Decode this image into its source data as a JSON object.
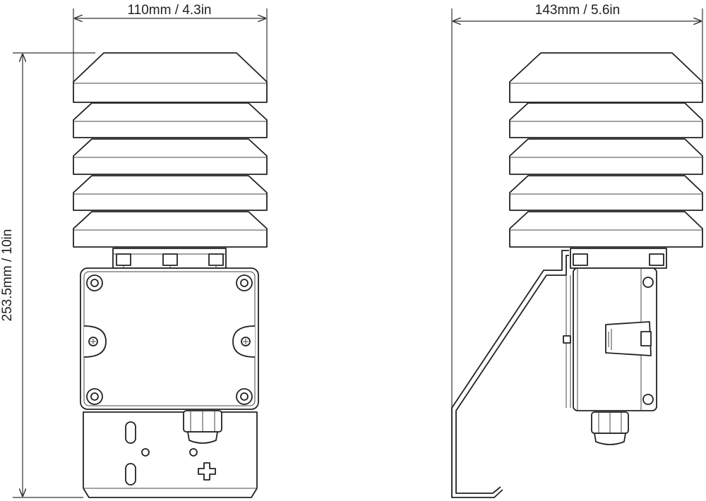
{
  "dimensions": {
    "front_width": "110mm / 4.3in",
    "side_width": "143mm / 5.6in",
    "height": "253.5mm / 10in"
  }
}
